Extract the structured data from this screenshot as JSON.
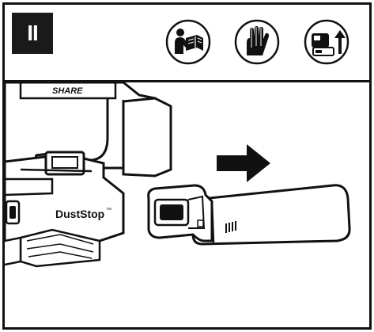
{
  "step": {
    "numeral": "II"
  },
  "icons": [
    {
      "name": "read-manual-icon"
    },
    {
      "name": "safety-gloves-icon"
    },
    {
      "name": "lift-battery-icon"
    }
  ],
  "illustration": {
    "brand_text": "SHARE",
    "product_label": "DustStop",
    "trademark": "™",
    "arrow_direction": "right"
  }
}
